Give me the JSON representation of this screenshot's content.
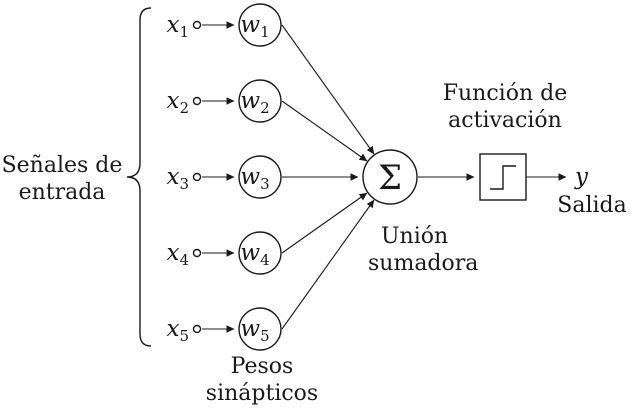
{
  "diagram": {
    "title": "perceptron-neuron-model",
    "colors": {
      "stroke": "#1a1a1a",
      "background": "#ffffff"
    },
    "input_group": {
      "line1": "Señales de",
      "line2": "entrada"
    },
    "inputs": [
      {
        "base": "x",
        "sub": "1"
      },
      {
        "base": "x",
        "sub": "2"
      },
      {
        "base": "x",
        "sub": "3"
      },
      {
        "base": "x",
        "sub": "4"
      },
      {
        "base": "x",
        "sub": "5"
      }
    ],
    "weights": [
      {
        "base": "w",
        "sub": "1"
      },
      {
        "base": "w",
        "sub": "2"
      },
      {
        "base": "w",
        "sub": "3"
      },
      {
        "base": "w",
        "sub": "4"
      },
      {
        "base": "w",
        "sub": "5"
      }
    ],
    "weights_caption": {
      "line1": "Pesos",
      "line2": "sinápticos"
    },
    "summation": {
      "symbol": "Σ",
      "caption_line1": "Unión",
      "caption_line2": "sumadora"
    },
    "activation": {
      "caption_line1": "Función de",
      "caption_line2": "activación",
      "icon": "step-function"
    },
    "output": {
      "symbol": "y",
      "caption": "Salida"
    }
  }
}
